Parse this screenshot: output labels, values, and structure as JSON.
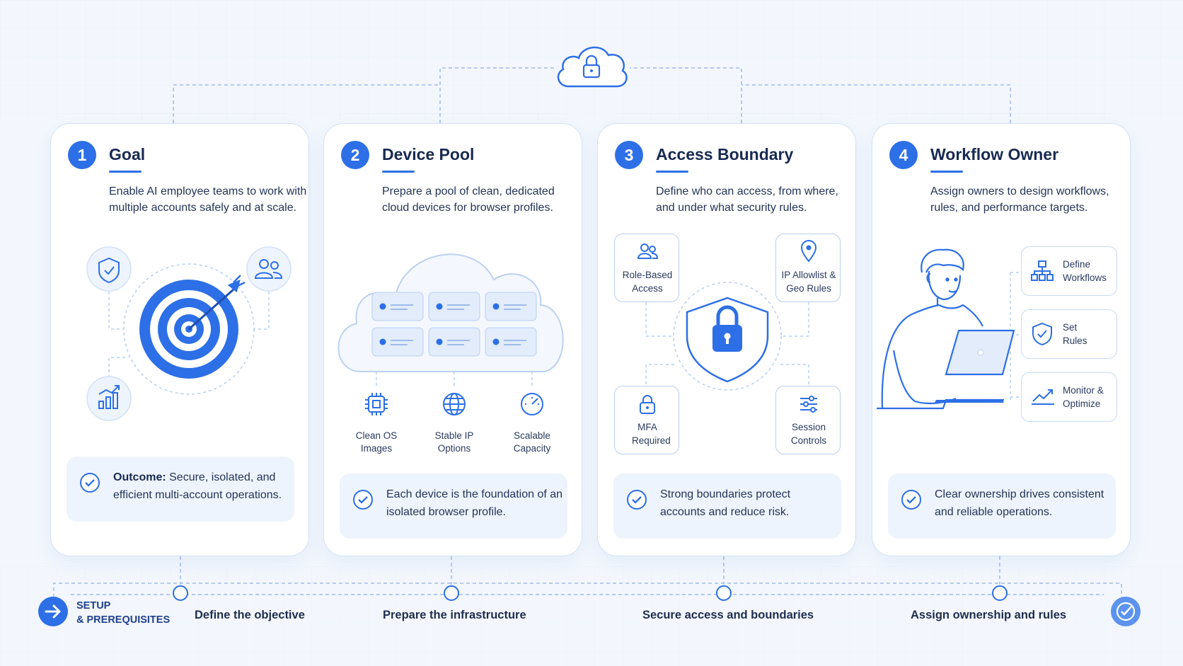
{
  "cards": [
    {
      "number": "1",
      "title": "Goal",
      "description": "Enable AI employee teams to work with multiple accounts safely and at scale.",
      "outcome_label": "Outcome:",
      "outcome_text": " Secure, isolated, and efficient multi-account operations."
    },
    {
      "number": "2",
      "title": "Device Pool",
      "description": "Prepare a pool of clean, dedicated cloud devices for browser profiles.",
      "outcome_text": "Each device is the foundation of an isolated browser profile.",
      "features": [
        "Clean OS Images",
        "Stable IP Options",
        "Scalable Capacity"
      ]
    },
    {
      "number": "3",
      "title": "Access Boundary",
      "description": "Define who can access, from where, and under what security rules.",
      "outcome_text": "Strong boundaries protect accounts and reduce risk.",
      "controls": [
        "Role-Based Access",
        "IP Allowlist & Geo Rules",
        "MFA Required",
        "Session Controls"
      ]
    },
    {
      "number": "4",
      "title": "Workflow Owner",
      "description": "Assign owners to design workflows, rules, and performance targets.",
      "outcome_text": "Clear ownership drives consistent and reliable operations.",
      "tasks": [
        "Define Workflows",
        "Set Rules",
        "Monitor & Optimize"
      ]
    }
  ],
  "timeline": {
    "start_line1": "SETUP",
    "start_line2": "& PREREQUISITES",
    "steps": [
      "Define the objective",
      "Prepare the infrastructure",
      "Secure access and boundaries",
      "Assign ownership and rules"
    ]
  },
  "colors": {
    "accent": "#2d6fe6",
    "light": "#eef4fd",
    "border": "#d3e1f6",
    "text": "#1f2d4d"
  },
  "icons": [
    "cloud-lock-icon",
    "target-icon",
    "shield-icon",
    "users-icon",
    "chart-icon",
    "server-icon",
    "chip-icon",
    "globe-icon",
    "gauge-icon",
    "lock-icon",
    "location-pin-icon",
    "sliders-icon",
    "flowchart-icon",
    "trend-icon",
    "check-circle-icon",
    "arrow-right-icon"
  ]
}
